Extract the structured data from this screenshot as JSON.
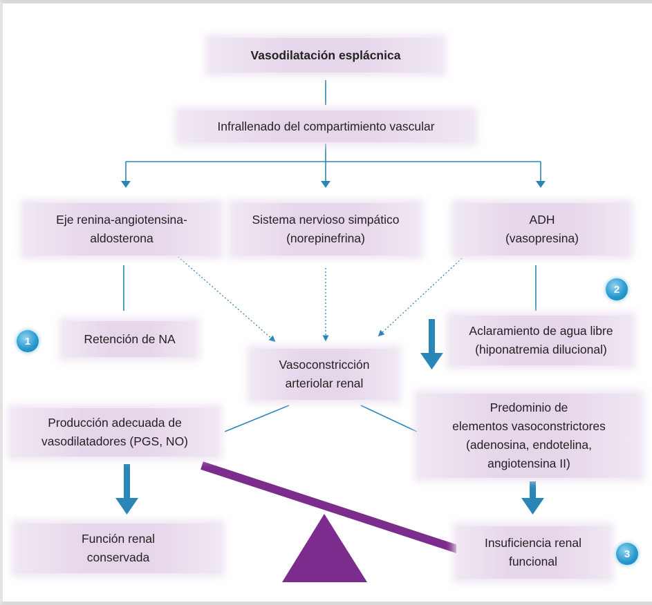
{
  "nodes": {
    "vasodilatacion": "Vasodilatación esplácnica",
    "infrallenado": "Infrallenado del compartimiento vascular",
    "raa_line1": "Eje renina-angiotensina-",
    "raa_line2": "aldosterona",
    "sns_line1": "Sistema nervioso simpático",
    "sns_line2": "(norepinefrina)",
    "adh_line1": "ADH",
    "adh_line2": "(vasopresina)",
    "retencion": "Retención de NA",
    "aclaramiento_line1": "Aclaramiento de agua libre",
    "aclaramiento_line2": "(hiponatremia dilucional)",
    "vasoconstriccion_line1": "Vasoconstricción",
    "vasoconstriccion_line2": "arteriolar renal",
    "produccion_line1": "Producción adecuada de",
    "produccion_line2": "vasodilatadores (PGS, NO)",
    "predominio_line1": "Predominio de",
    "predominio_line2": "elementos vasoconstrictores",
    "predominio_line3": "(adenosina, endotelina,",
    "predominio_line4": "angiotensina II)",
    "funcion_line1": "Función renal",
    "funcion_line2": "conservada",
    "insuficiencia_line1": "Insuficiencia renal",
    "insuficiencia_line2": "funcional"
  },
  "badges": {
    "one": "1",
    "two": "2",
    "three": "3"
  },
  "colors": {
    "connector": "#2b86b8",
    "seesaw": "#7b2c8c",
    "box": "#e6d6ea",
    "badge": "#2a9bd0"
  }
}
